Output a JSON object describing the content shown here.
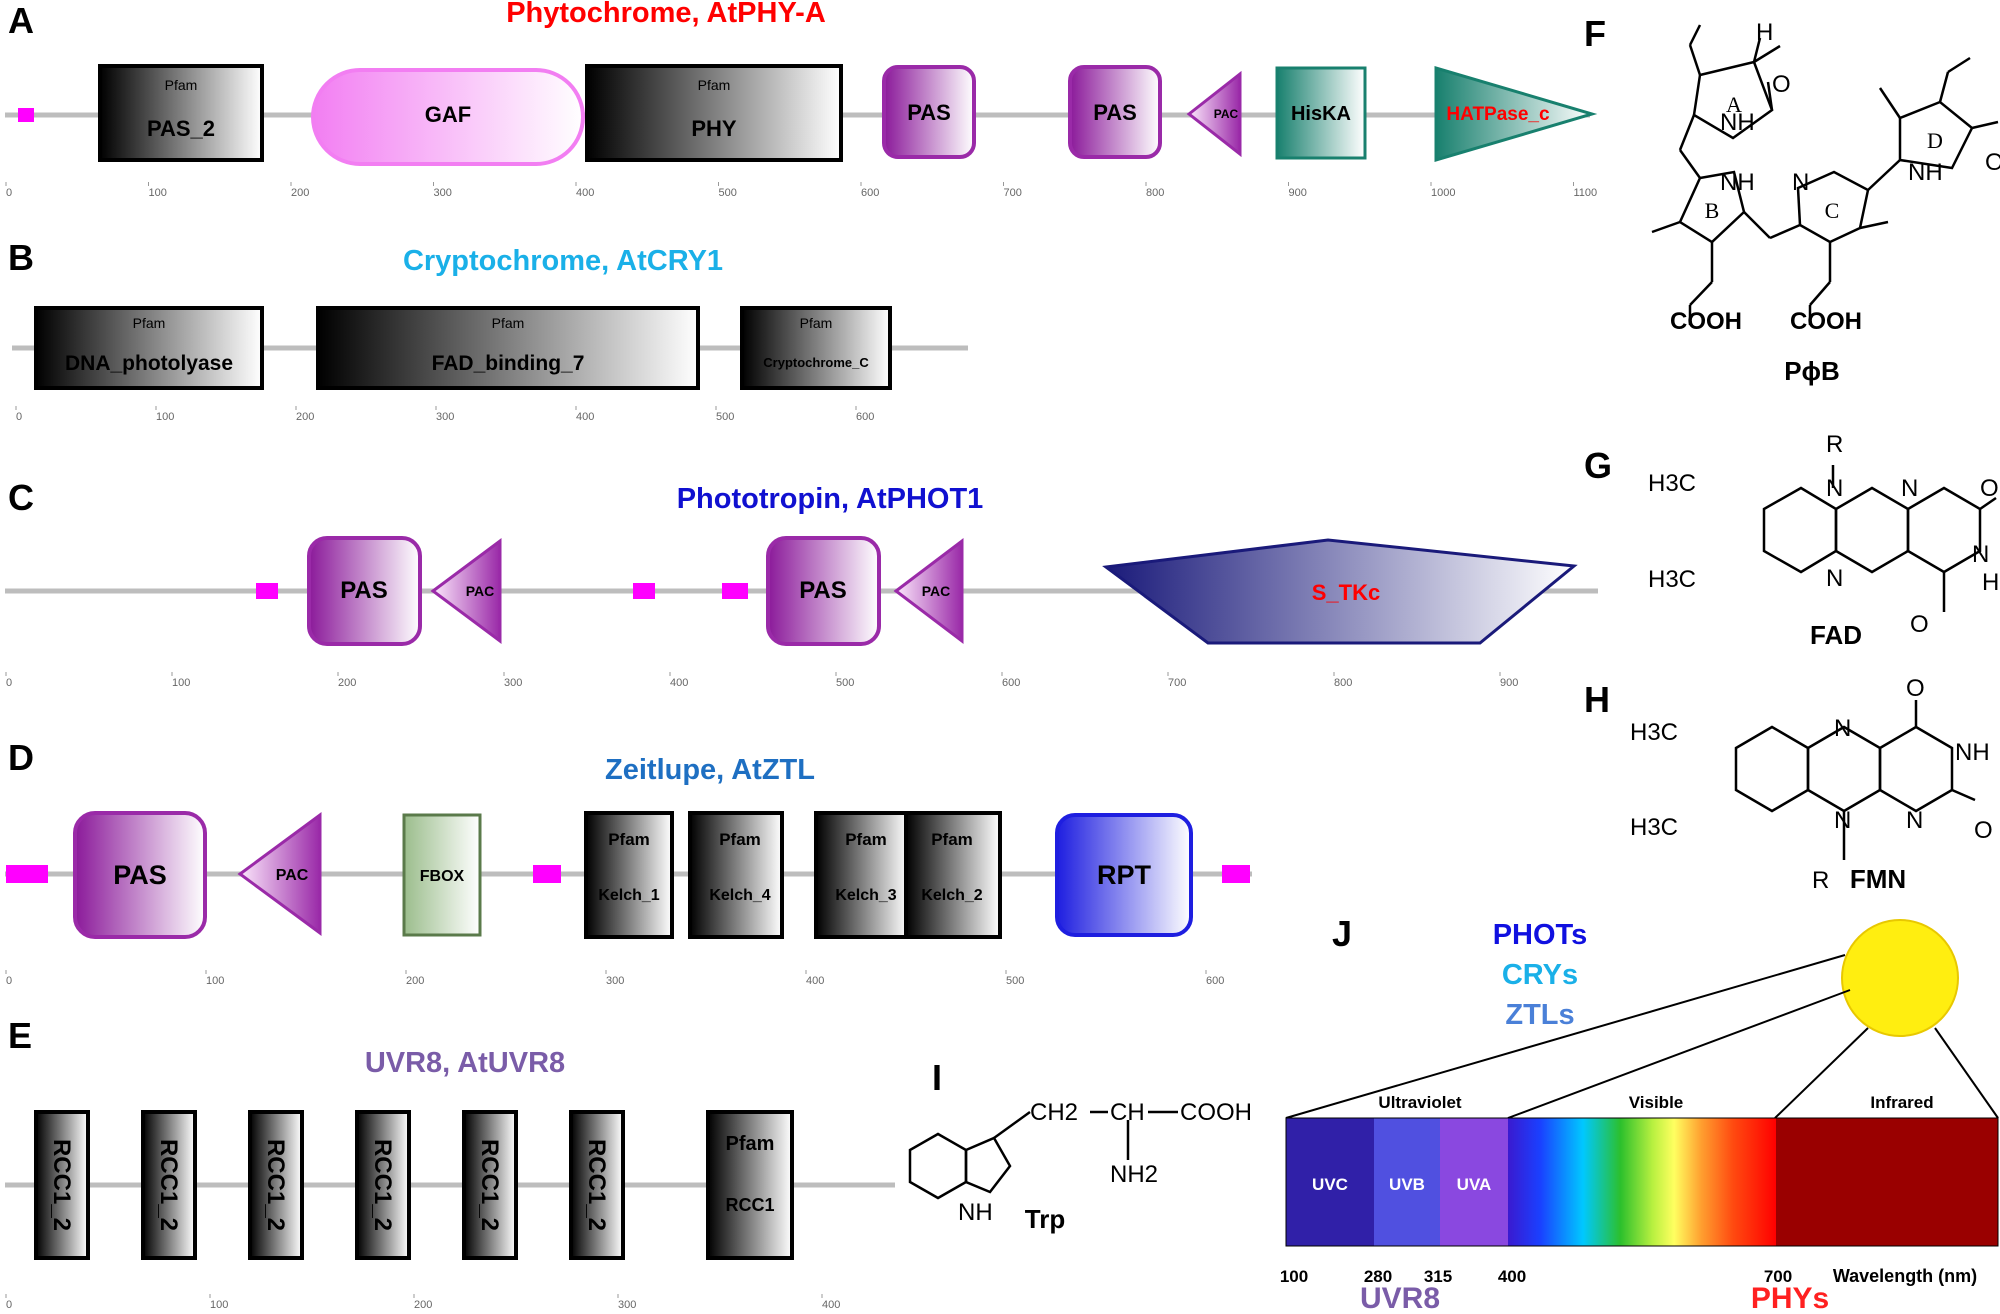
{
  "panels": {
    "A": "A",
    "B": "B",
    "C": "C",
    "D": "D",
    "E": "E",
    "F": "F",
    "G": "G",
    "H": "H",
    "I": "I",
    "J": "J"
  },
  "colors": {
    "phy": "#ff0000",
    "cry": "#1ab0e8",
    "phot": "#1010d0",
    "ztl": "#1e6fc2",
    "uvr8": "#7a5ca8",
    "label_red": "#ff0000"
  },
  "titles": {
    "phy": "Phytochrome, AtPHY-A",
    "cry": "Cryptochrome, AtCRY1",
    "phot": "Phototropin,  AtPHOT1",
    "ztl": "Zeitlupe,  AtZTL",
    "uvr8": "UVR8,  AtUVR8"
  },
  "domains": {
    "pfam": "Pfam",
    "phyA": {
      "pas2": "PAS_2",
      "gaf": "GAF",
      "phy": "PHY",
      "pas1": "PAS",
      "pas2b": "PAS",
      "pac": "PAC",
      "hiska": "HisKA",
      "hatpase": "HATPase_c"
    },
    "cry1": {
      "dna": "DNA_photolyase",
      "fad": "FAD_binding_7",
      "cryc": "Cryptochrome_C"
    },
    "phot1": {
      "pas1": "PAS",
      "pac1": "PAC",
      "pas2": "PAS",
      "pac2": "PAC",
      "stkc": "S_TKc"
    },
    "ztl": {
      "pas": "PAS",
      "pac": "PAC",
      "fbox": "FBOX",
      "k1": "Kelch_1",
      "k4": "Kelch_4",
      "k3": "Kelch_3",
      "k2": "Kelch_2",
      "rpt": "RPT"
    },
    "uvr8": {
      "rcc12": "RCC1_2",
      "rcc1": "RCC1"
    }
  },
  "axes": {
    "A": [
      "0",
      "100",
      "200",
      "300",
      "400",
      "500",
      "600",
      "700",
      "800",
      "900",
      "1000",
      "1100"
    ],
    "B": [
      "0",
      "100",
      "200",
      "300",
      "400",
      "500",
      "600"
    ],
    "C": [
      "0",
      "100",
      "200",
      "300",
      "400",
      "500",
      "600",
      "700",
      "800",
      "900"
    ],
    "D": [
      "0",
      "100",
      "200",
      "300",
      "400",
      "500",
      "600"
    ],
    "E": [
      "0",
      "100",
      "200",
      "300",
      "400"
    ]
  },
  "chem": {
    "pfb": {
      "name": "PϕB",
      "cooh": "COOH",
      "n": "N",
      "nh": "NH",
      "h": "H",
      "o": "O",
      "rings": [
        "A",
        "B",
        "C",
        "D"
      ]
    },
    "fad": {
      "name": "FAD",
      "r": "R",
      "n": "N",
      "h": "H",
      "o": "O",
      "h3c": "H3C"
    },
    "fmn": {
      "name": "FMN",
      "r": "R",
      "n": "N",
      "nh": "NH",
      "o": "O",
      "h3c": "H3C"
    },
    "trp": {
      "name": "Trp",
      "ch2": "CH2",
      "ch": "CH",
      "cooh": "COOH",
      "nh2": "NH2",
      "nh": "NH"
    }
  },
  "spectrum": {
    "photoreceptors": [
      "PHOTs",
      "CRYs",
      "ZTLs"
    ],
    "regions": [
      "Ultraviolet",
      "Visible",
      "Infrared"
    ],
    "bands": [
      "UVC",
      "UVB",
      "UVA"
    ],
    "ticks": [
      "100",
      "280",
      "315",
      "400",
      "700"
    ],
    "axis_label": "Wavelength (nm)",
    "uv_receptor": "UVR8",
    "ir_receptor": "PHYs"
  }
}
